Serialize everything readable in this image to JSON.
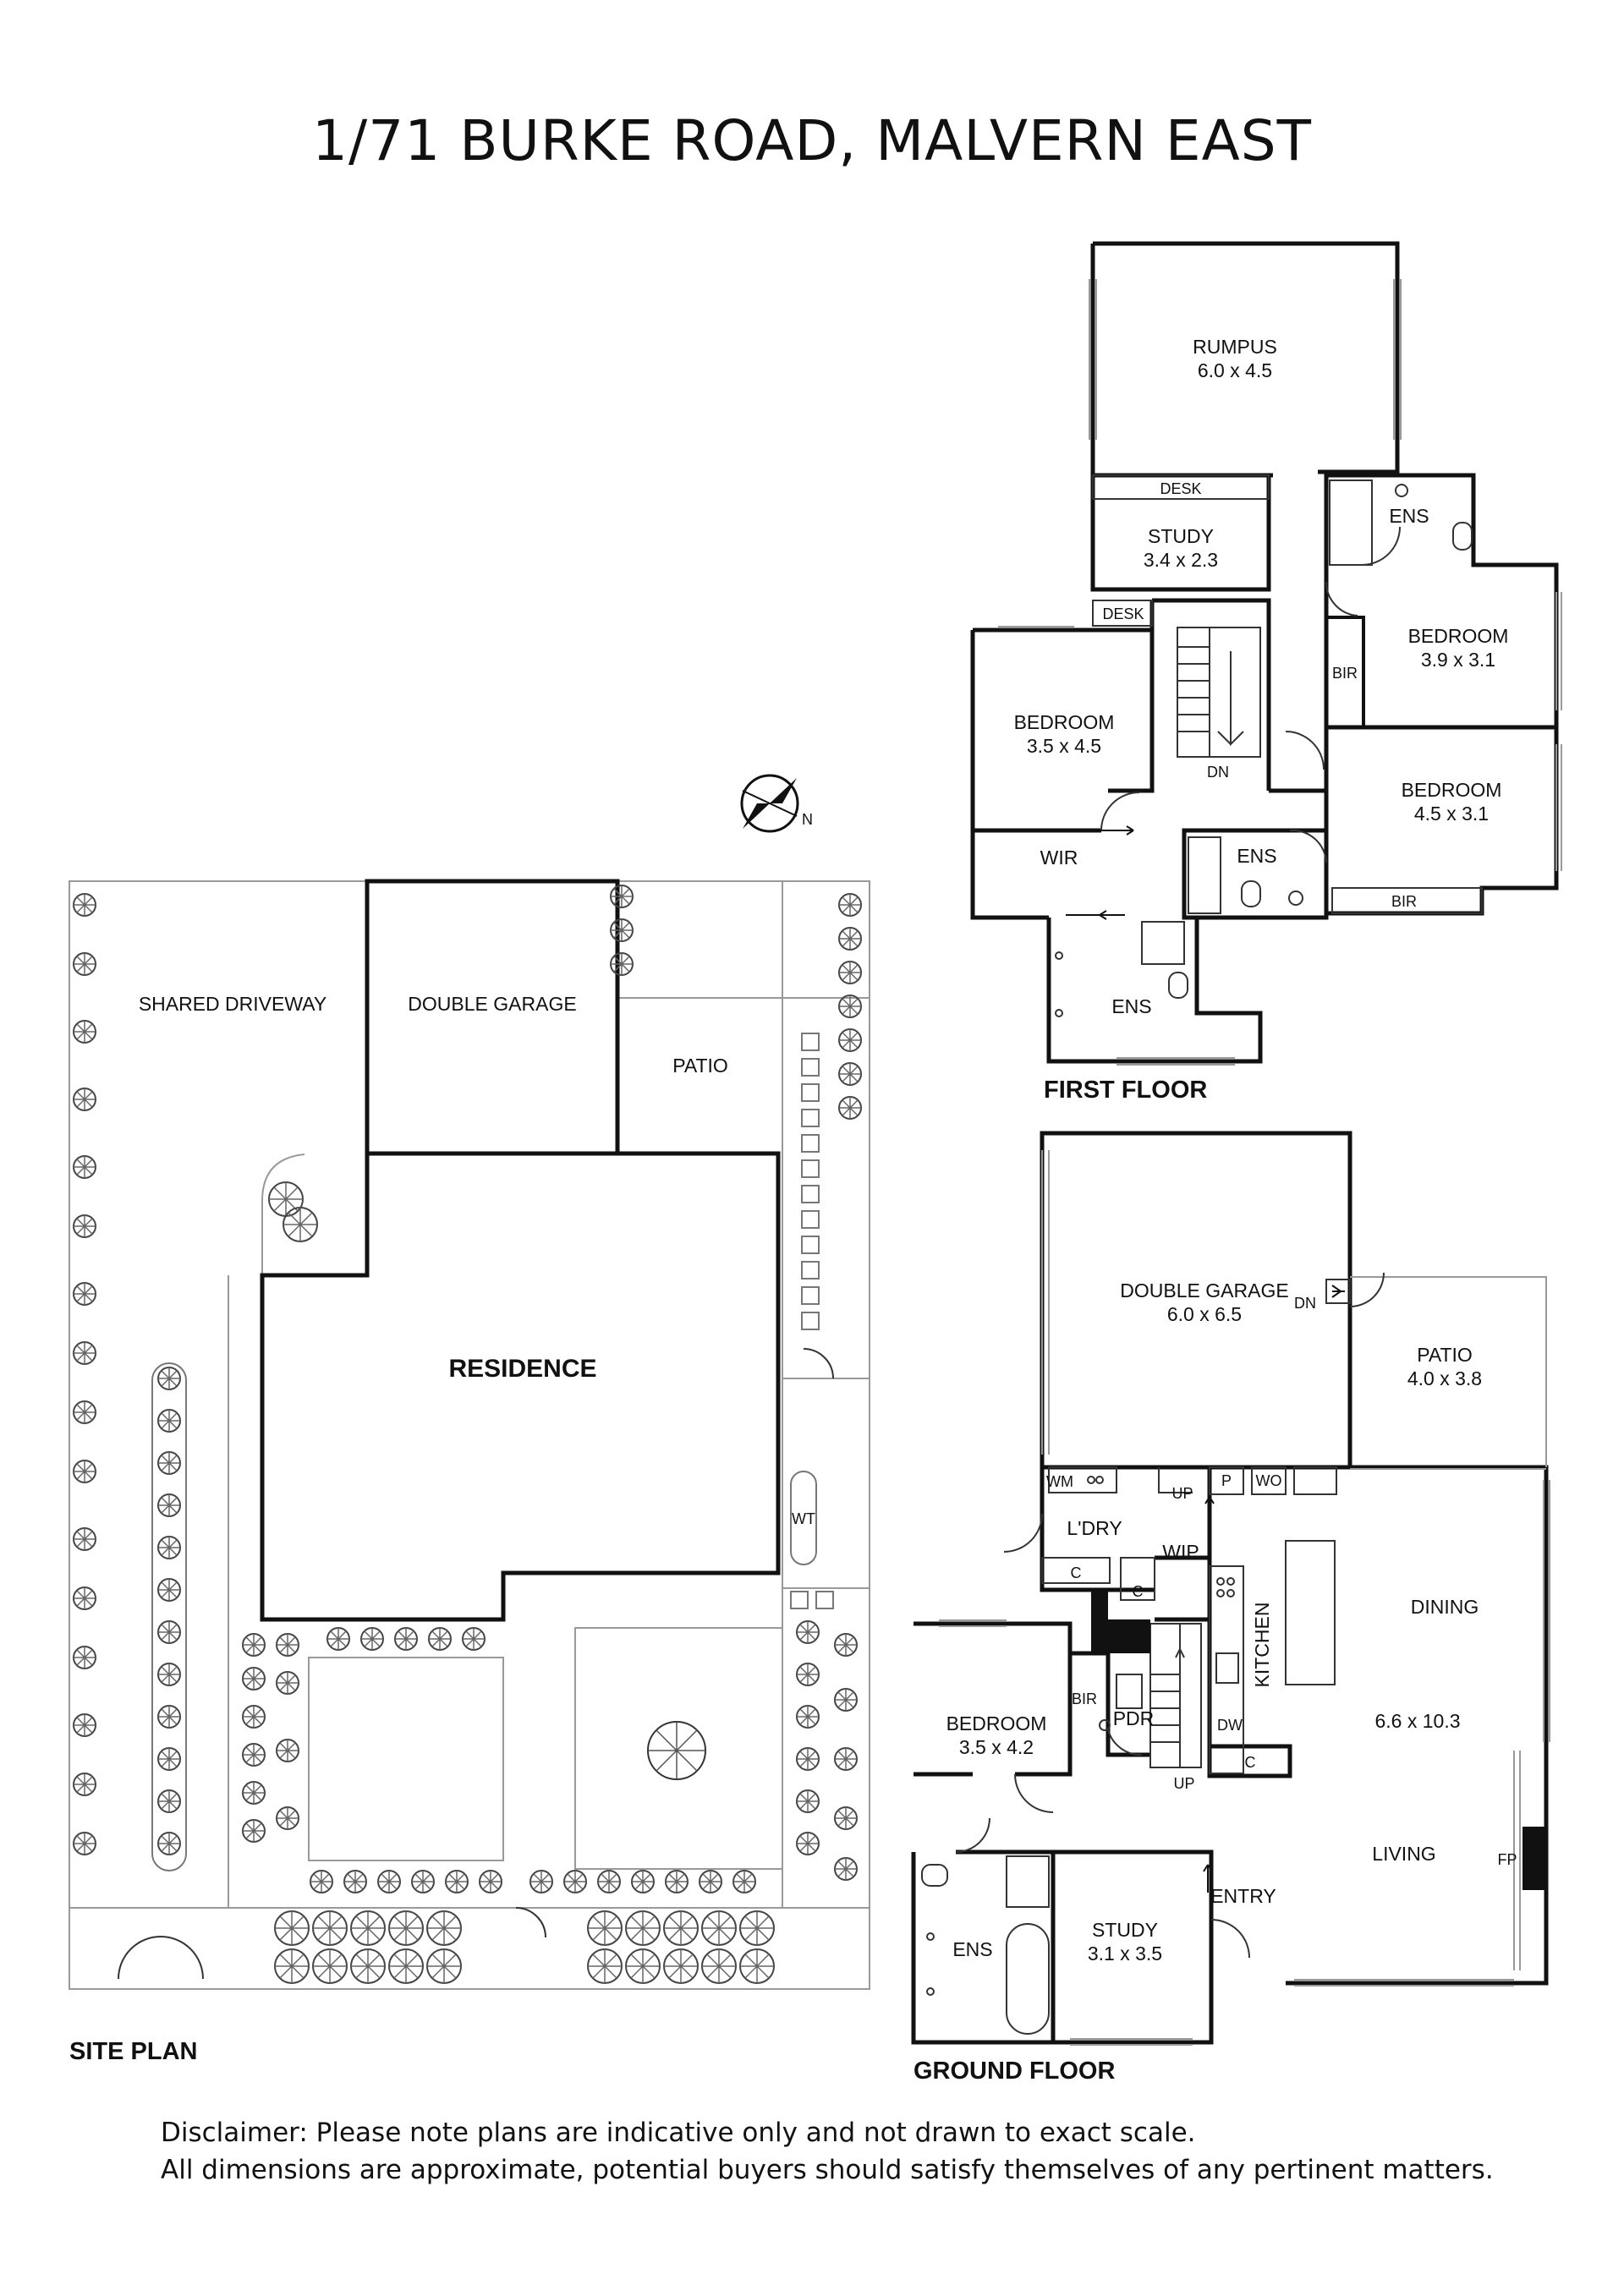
{
  "title": "1/71 BURKE ROAD, MALVERN EAST",
  "floor_labels": {
    "site": "SITE PLAN",
    "ground": "GROUND FLOOR",
    "first": "FIRST FLOOR"
  },
  "site_plan": {
    "shared_driveway": "SHARED DRIVEWAY",
    "double_garage": "DOUBLE GARAGE",
    "patio": "PATIO",
    "residence": "RESIDENCE",
    "wt": "WT"
  },
  "first_floor": {
    "rumpus": {
      "name": "RUMPUS",
      "dim": "6.0 x 4.5"
    },
    "study": {
      "name": "STUDY",
      "dim": "3.4 x 2.3"
    },
    "desk_1": "DESK",
    "desk_2": "DESK",
    "bedroom_1": {
      "name": "BEDROOM",
      "dim": "3.5 x 4.5"
    },
    "bedroom_2": {
      "name": "BEDROOM",
      "dim": "3.9 x 3.1"
    },
    "bedroom_3": {
      "name": "BEDROOM",
      "dim": "4.5 x 3.1"
    },
    "ens_1": "ENS",
    "ens_2": "ENS",
    "ens_3": "ENS",
    "bir_1": "BIR",
    "bir_2": "BIR",
    "wir": "WIR",
    "dn": "DN"
  },
  "ground_floor": {
    "double_garage": {
      "name": "DOUBLE GARAGE",
      "dim": "6.0 x 6.5"
    },
    "patio": {
      "name": "PATIO",
      "dim": "4.0 x 3.8"
    },
    "dn": "DN",
    "wm": "WM",
    "up_1": "UP",
    "up_2": "UP",
    "p": "P",
    "wo": "WO",
    "ldry": "L'DRY",
    "wip": "WIP",
    "c_1": "C",
    "c_2": "C",
    "c_3": "C",
    "kitchen": "KITCHEN",
    "dining": "DINING",
    "living_dim": "6.6 x 10.3",
    "living": "LIVING",
    "dw": "DW",
    "fp": "FP",
    "bedroom": {
      "name": "BEDROOM",
      "dim": "3.5 x 4.2"
    },
    "bir": "BIR",
    "pdr": "PDR",
    "entry": "ENTRY",
    "ens": "ENS",
    "study": {
      "name": "STUDY",
      "dim": "3.1 x 3.5"
    }
  },
  "compass_letter": "N",
  "disclaimer": {
    "line1": "Disclaimer: Please note plans are indicative only and not drawn to exact scale.",
    "line2": "All dimensions are approximate, potential buyers should satisfy themselves of any pertinent matters."
  }
}
